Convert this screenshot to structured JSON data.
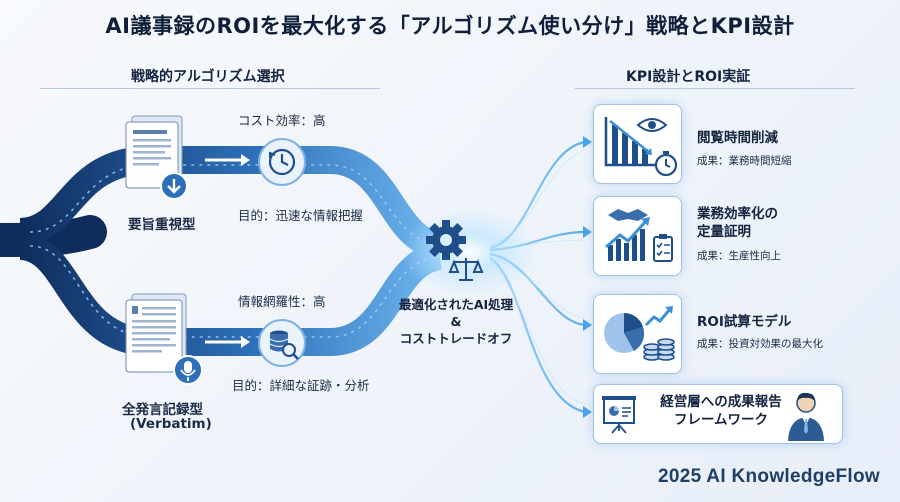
{
  "title": "AI議事録のROIを最大化する「アルゴリズム使い分け」戦略とKPI設計",
  "left_section": {
    "title": "戦略的アルゴリズム選択",
    "summary_type": {
      "name": "要旨重視型",
      "metric": "コスト効率：高",
      "purpose": "目的：迅速な情報把握"
    },
    "verbatim_type": {
      "name": "全発言記録型",
      "name_en": "(Verbatim)",
      "metric": "情報網羅性：高",
      "purpose": "目的：詳細な証跡・分析"
    }
  },
  "center": {
    "line1": "最適化されたAI処理",
    "line2": "&",
    "line3": "コストトレードオフ"
  },
  "right_section": {
    "title": "KPI設計とROI実証",
    "kpis": [
      {
        "title": "閲覧時間削減",
        "result": "成果：業務時間短縮"
      },
      {
        "title_line1": "業務効率化の",
        "title_line2": "定量証明",
        "result": "成果：生産性向上"
      },
      {
        "title": "ROI試算モデル",
        "result": "成果：投資対効果の最大化"
      },
      {
        "title_line1": "経営層への成果報告",
        "title_line2": "フレームワーク"
      }
    ]
  },
  "brand": "2025 AI KnowledgeFlow",
  "colors": {
    "navy": "#0f2c5c",
    "flow_blue": "#2d6fb8",
    "glow": "#7cc4f5",
    "card_border": "#9ec3e6"
  }
}
